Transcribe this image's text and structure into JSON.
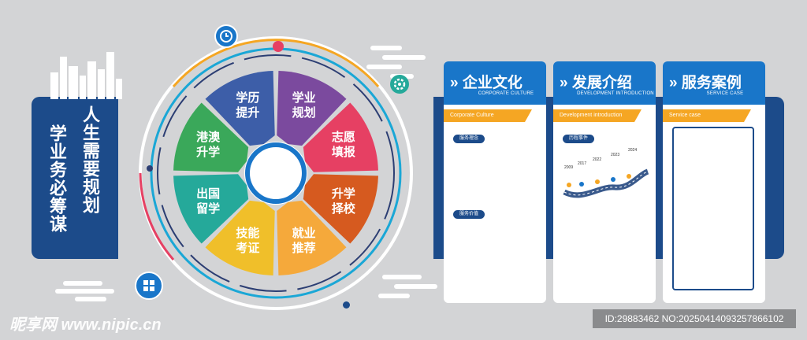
{
  "slogan": {
    "line1": "人生需要规划",
    "line2": "学业务必筹谋"
  },
  "wheel": {
    "segments": [
      {
        "label": "学历\n提升",
        "color": "#3d5ea8"
      },
      {
        "label": "学业\n规划",
        "color": "#7b4a9e"
      },
      {
        "label": "志愿\n填报",
        "color": "#e64063"
      },
      {
        "label": "升学\n择校",
        "color": "#d65a1f"
      },
      {
        "label": "就业\n推荐",
        "color": "#f5a93b"
      },
      {
        "label": "技能\n考证",
        "color": "#f0bf2a"
      },
      {
        "label": "出国\n留学",
        "color": "#25a99a"
      },
      {
        "label": "港澳\n升学",
        "color": "#3aa85a"
      }
    ]
  },
  "panels": [
    {
      "title": "企业文化",
      "subtitle": "CORPORATE CULTURE",
      "tag": "Corporate Culture",
      "items": [
        "服务理念",
        "服务价值"
      ]
    },
    {
      "title": "发展介绍",
      "subtitle": "DEVELOPMENT INTRODUCTION",
      "tag": "Development introduction",
      "items": [
        "历程事件"
      ],
      "years": [
        "2009",
        "2017",
        "2022",
        "2023",
        "2024"
      ]
    },
    {
      "title": "服务案例",
      "subtitle": "SERVICE CASE",
      "tag": "Service case",
      "items": []
    }
  ],
  "watermark": {
    "site": "昵享网 www.nipic.cn",
    "id": "ID:29883462 NO:20250414093257866102"
  },
  "colors": {
    "navy": "#1c4b8a",
    "blue": "#1976c9",
    "orange": "#f5a623",
    "background": "#d3d4d6"
  }
}
